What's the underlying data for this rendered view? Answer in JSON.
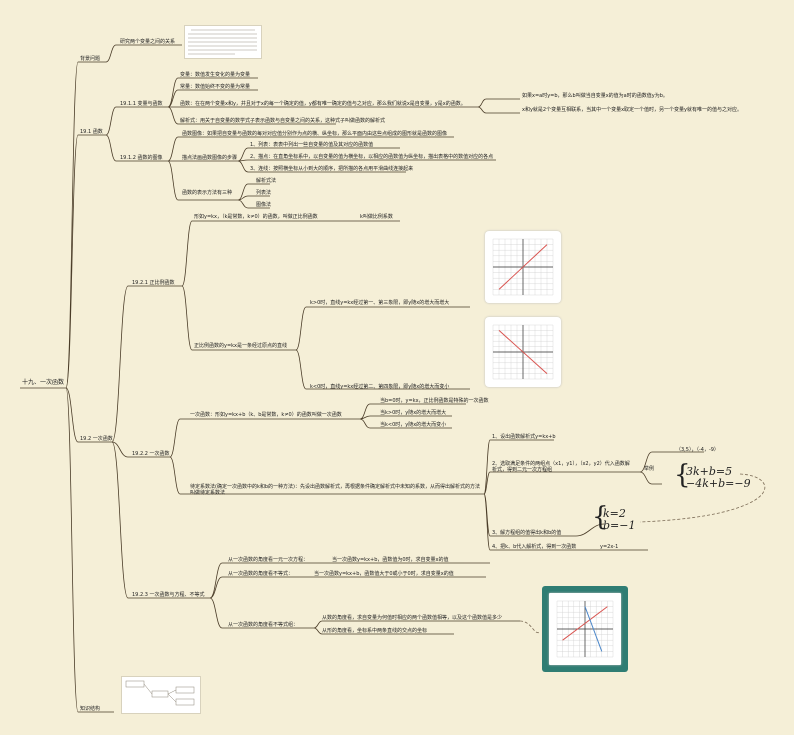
{
  "root": "十九、一次函数",
  "sections": {
    "background": "背景问题",
    "background_child": "研究两个变量之间的关系",
    "s191": "19.1 函数",
    "s192": "19.2 一次函数",
    "structure": "知识结构"
  },
  "s1911": {
    "title": "19.1.1 变量与函数",
    "variable": "变量：数值发生变化的量为变量",
    "constant": "常量：数值始终不变的量为常量",
    "function": "函数：在在两个变量x和y，并且对于x的每一个确定的值，y都有唯一确定的值与之对应，那么我们就说x是自变量，y是x的函数。",
    "fn_ex1": "如果x=a时y=b，那么b叫做当自变量x的值为a时的函数值y为b。",
    "fn_ex2": "x和y就是2个变量互相联系，当其中一个变量x取定一个值时，另一个变量y就有唯一的值与之对应。",
    "analytic": "解析式：用关于自变量的数学式子表示函数与自变量之间的关系，这种式子叫做函数的解析式"
  },
  "s1912": {
    "title": "19.1.2 函数的图像",
    "graph_def": "函数图像：如果把自变量与函数的每对对应值分别作为点的横、纵坐标，那么平面内由这些点组成的图形就是函数的图像",
    "steps_title": "描点法画函数图像的步骤",
    "step1": "1、列表：表表中列出一些自变量的值及其对应的函数值",
    "step2": "2、描点：在直角坐标系中，以自变量的值为横坐标，以相应的函数值为纵坐标，描出表格中的数值对应的各点",
    "step3": "3、连线：按照横坐标从小到大的顺序，把所描的各点用平滑曲线连接起来",
    "methods_title": "函数的表示方法有三种",
    "methods": [
      "解析式法",
      "列表法",
      "图像法"
    ]
  },
  "s1921": {
    "title": "19.2.1 正比例函数",
    "def": "形如y=kx，（k是常数，k≠0）的函数，叫做正比例函数",
    "def_note": "k叫做比例系数",
    "line_title": "正比例函数的y=kx是一条经过原点的直线",
    "kpos": "k>0时，直线y=kx经过第一、第三象限，即y随x的增大而增大",
    "kneg": "k<0时，直线y=kx经过第二、第四象限，即y随x的增大而变小"
  },
  "s1922": {
    "title": "19.2.2 一次函数",
    "def": "一次函数：形如y=kx+b（k、b是常数，k≠0）的函数叫做一次函数",
    "b0": "当b=0时，y=kx，正比例函数是特殊的一次函数",
    "kpos": "当k>0时，y随x的增大而增大",
    "kneg": "当k<0时，y随x的增大而变小",
    "method": "待定系数法(确定一次函数中的k和b的一种方法)：先设出函数解析式，再根据条件确定解析式中未知的系数，从而得出解析式的方法叫做待定系数法",
    "step1": "1、设出函数解析式y=kx+b",
    "step2": "2、选取满足条件的两组点（x1，y1），（x2，y2）代入函数解析式，得到二元一次方程组",
    "eg_label": "举例",
    "eg_points": "（3,5），（-4，-9）",
    "eq1": "3k+b=5",
    "eq2": "−4k+b=−9",
    "step3": "3、解方程组的值得出k和b的值",
    "sol_k": "k=2",
    "sol_b": "b=−1",
    "step4": "4、把k、b代入解析式，得到一次函数",
    "result": "y=2x-1"
  },
  "s1923": {
    "title": "19.2.3 一次函数与方程、不等式",
    "eq_view": "从一次函数的角度看一元一次方程：",
    "eq_desc": "当一次函数y=kx+b，函数值为0时，求自变量x的值",
    "ineq_view": "从一次函数的角度看不等式：",
    "ineq_desc": "当一次函数y=kx+b，函数值大于0或小于0时，求自变量x的值",
    "sys_view": "从一次函数的角度看不等式组：",
    "sys1": "从数的角度看，求自变量为何值时相应的两个函数值相等，以及这个函数值是多少",
    "sys2": "从形的角度看，坐标系中两条直线的交点的坐标"
  },
  "chart_data": [
    {
      "type": "line",
      "series": [
        {
          "values": [
            [
              -4,
              -4
            ],
            [
              4,
              4
            ]
          ]
        }
      ],
      "xlim": [
        -5,
        5
      ],
      "ylim": [
        -5,
        5
      ],
      "grid": true
    },
    {
      "type": "line",
      "series": [
        {
          "values": [
            [
              -4,
              4
            ],
            [
              4,
              -4
            ]
          ]
        }
      ],
      "xlim": [
        -5,
        5
      ],
      "ylim": [
        -5,
        5
      ],
      "grid": true
    },
    {
      "type": "line",
      "series": [
        {
          "values": [
            [
              -4,
              -2
            ],
            [
              4,
              4
            ]
          ]
        },
        {
          "values": [
            [
              0,
              4
            ],
            [
              3,
              -4
            ]
          ]
        }
      ],
      "xlim": [
        -5,
        5
      ],
      "ylim": [
        -5,
        5
      ],
      "grid": true
    }
  ],
  "colors": {
    "background": "#f5efd7",
    "line": "#4a3c28",
    "plot_line": "#d9534f",
    "plot_line2": "#4a86c9",
    "frame": "#2f7d73"
  }
}
